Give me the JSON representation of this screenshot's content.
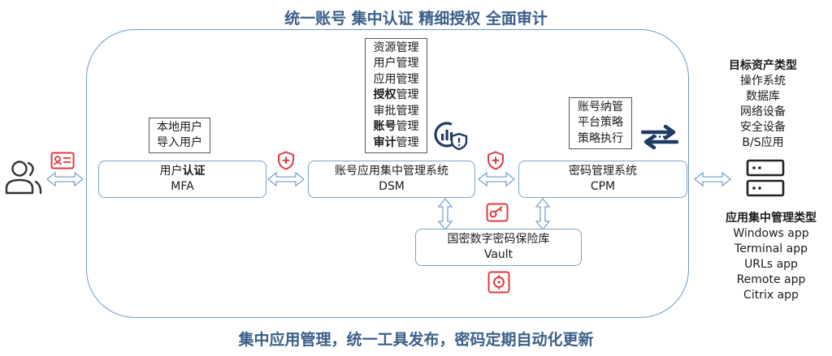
{
  "title": "统一账号 集中认证 精细授权 全面审计",
  "footer": "集中应用管理，统一工具发布，密码定期自动化更新",
  "nodes": {
    "auth": {
      "line1_plain": "用户",
      "line1_bold": "认证",
      "line2": "MFA"
    },
    "dsm": {
      "line1": "账号应用集中管理系统",
      "line2": "DSM"
    },
    "cpm": {
      "line1": "密码管理系统",
      "line2": "CPM"
    },
    "vault": {
      "line1": "国密数字密码保险库",
      "line2": "Vault"
    }
  },
  "local_user_box": [
    "本地用户",
    "导入用户"
  ],
  "dsm_features": [
    {
      "bold": "",
      "plain": "资源管理"
    },
    {
      "bold": "",
      "plain": "用户管理"
    },
    {
      "bold": "",
      "plain": "应用管理"
    },
    {
      "bold": "授权",
      "plain": "管理"
    },
    {
      "bold": "",
      "plain": "审批管理"
    },
    {
      "bold": "账号",
      "plain": "管理"
    },
    {
      "bold": "审计",
      "plain": "管理"
    }
  ],
  "cpm_features": [
    "账号纳管",
    "平台策略",
    "策略执行"
  ],
  "target_assets": {
    "heading": "目标资产类型",
    "items": [
      "操作系统",
      "数据库",
      "网络设备",
      "安全设备",
      "B/S应用"
    ]
  },
  "app_types": {
    "heading": "应用集中管理类型",
    "items": [
      "Windows app",
      "Terminal app",
      "URLs app",
      "Remote app",
      "Citrix app"
    ]
  },
  "icons": [
    "users-icon",
    "id-card-icon",
    "shield-plus-icon",
    "analytics-shield-icon",
    "sync-arrows-icon",
    "key-icon",
    "safe-icon",
    "server-icon"
  ],
  "colors": {
    "accent": "#3b5f8a",
    "border": "#6f99c4",
    "red": "#e03a3e",
    "navy": "#1f3b63"
  }
}
